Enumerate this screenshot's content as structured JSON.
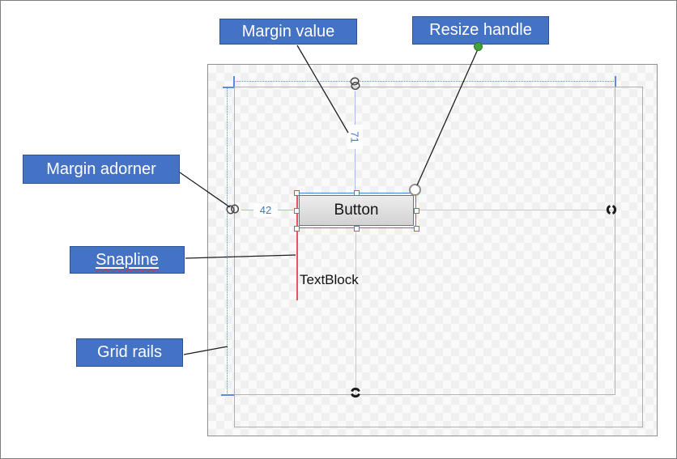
{
  "labels": {
    "margin_value": "Margin value",
    "resize_handle": "Resize handle",
    "margin_adorner": "Margin adorner",
    "snapline": "Snapline",
    "grid_rails": "Grid rails"
  },
  "designer": {
    "button_label": "Button",
    "textblock_label": "TextBlock",
    "margin_top_value": "71",
    "margin_left_value": "42"
  },
  "icons": {
    "margin_anchor_top": "chain-link-icon",
    "margin_anchor_left": "chain-link-icon",
    "margin_unset_right": "broken-chain-icon",
    "margin_unset_bottom": "broken-chain-icon",
    "resize_handle": "circle-resize-handle",
    "callout_endpoint": "green-dot"
  },
  "colors": {
    "label_bg": "#4472c4",
    "label_border": "#2e538f",
    "label_text": "#ffffff",
    "callout_line": "#1f1f1f",
    "green_dot": "#44a13c",
    "green_dot_border": "#2c7a28",
    "snapline": "#e4585a",
    "grid_rail": "#5b8bdf",
    "margin_line": "#a9bde9",
    "margin_value_text": "#4374cf",
    "unset_margin_line": "#c9c9c9",
    "selection": "#4a7ede",
    "button_bg_top": "#ececec",
    "button_bg_bottom": "#d2d2d2"
  }
}
